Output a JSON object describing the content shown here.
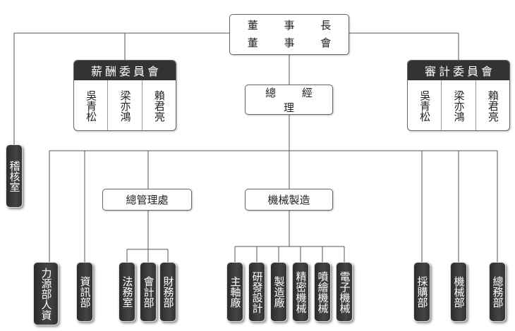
{
  "chairman": {
    "line1": "董 事 長",
    "line2": "董 事 會"
  },
  "compensation_committee": {
    "title": "薪酬委員會",
    "members": [
      "吳青松",
      "梁亦鴻",
      "賴君亮"
    ]
  },
  "audit_committee": {
    "title": "審計委員會",
    "members": [
      "吳青松",
      "梁亦鴻",
      "賴君亮"
    ]
  },
  "audit_office": "稽核室",
  "general_manager": "總 經 理",
  "admin_division": {
    "title": "總管理處",
    "units": [
      "法務室",
      "會計部",
      "財務部"
    ]
  },
  "machinery_division": {
    "title": "機械製造",
    "units": [
      "主軸廠",
      "研發設計",
      "製造廠",
      "精密機械",
      "噴繪機械",
      "電子機械"
    ]
  },
  "hr_department": {
    "col1": "力源部",
    "col2": "人資"
  },
  "it_department": "資訊部",
  "procurement_department": "採購部",
  "machinery_department": "機械部",
  "general_affairs_department": "總務部"
}
